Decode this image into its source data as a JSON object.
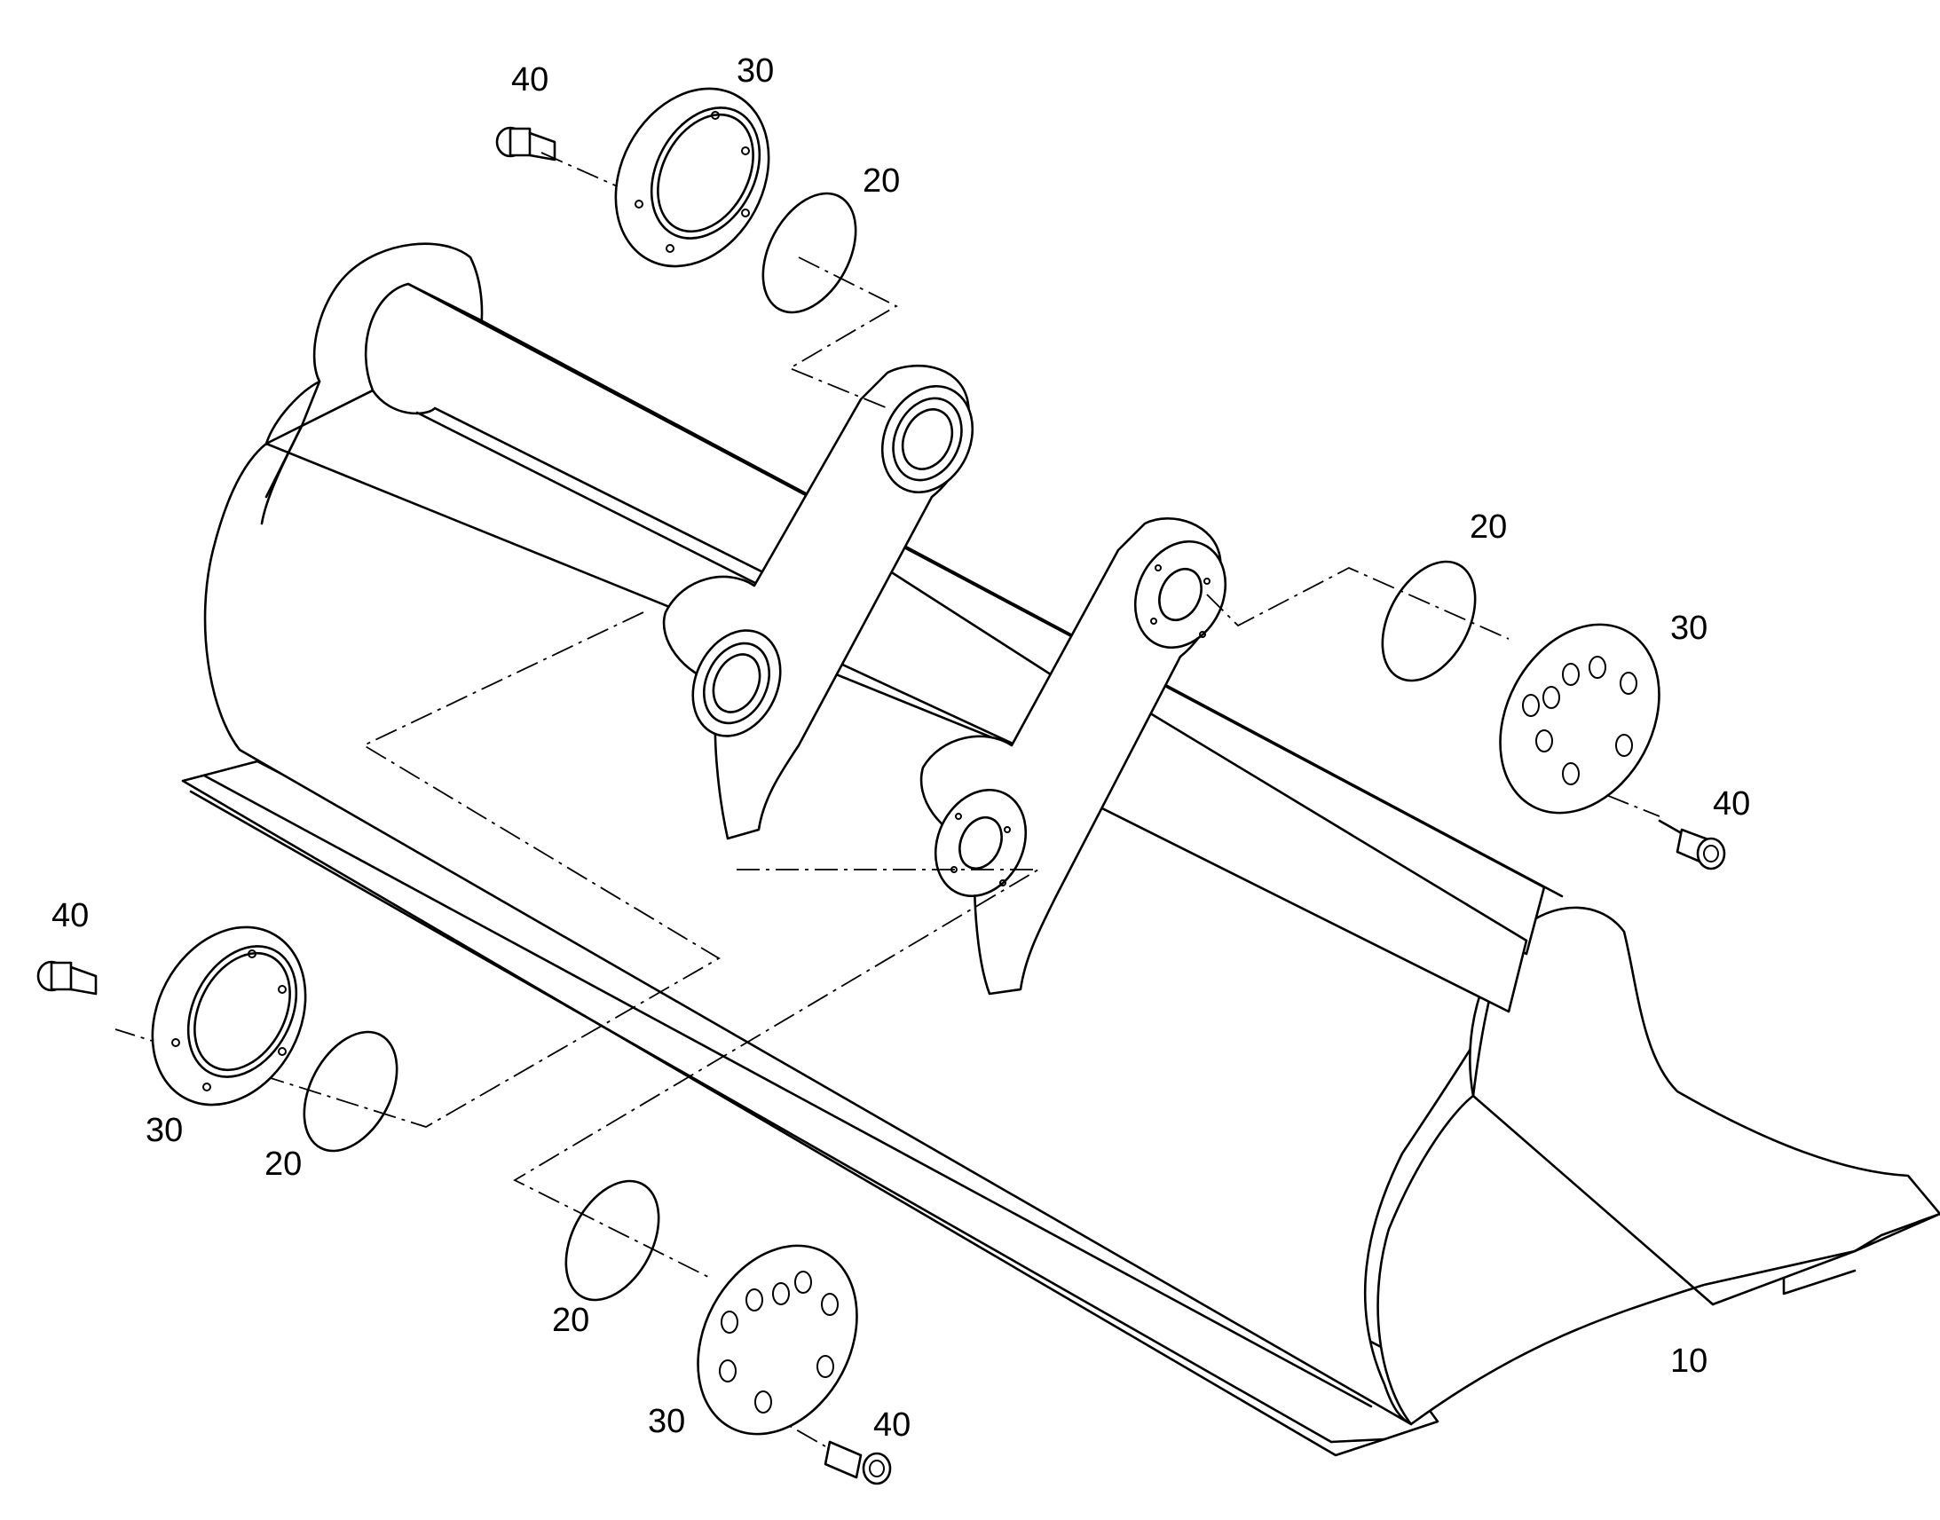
{
  "callouts": {
    "c40_a": "40",
    "c30_a": "30",
    "c20_a": "20",
    "c20_b": "20",
    "c30_b": "30",
    "c40_b": "40",
    "c40_c": "40",
    "c30_c": "30",
    "c20_c": "20",
    "c20_d": "20",
    "c30_d": "30",
    "c40_d": "40",
    "c10": "10"
  }
}
